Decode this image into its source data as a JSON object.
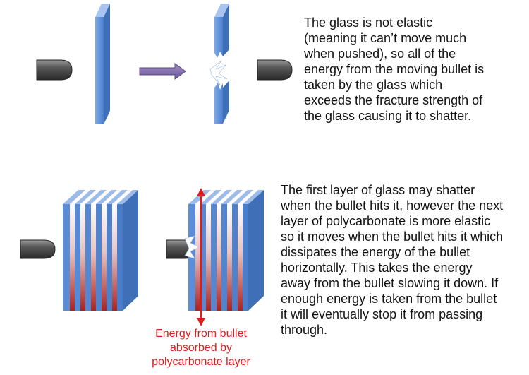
{
  "top_panel": {
    "description": "The glass is not elastic\n(meaning it can’t move much\nwhen pushed), so all of the\nenergy from the moving bullet is\ntaken by the glass which\nexceeds the fracture strength of\nthe glass causing it to shatter."
  },
  "bottom_panel": {
    "description": "The first layer of glass may shatter\nwhen the bullet hits it, however the next\nlayer of polycarbonate is more elastic\nso it moves when the bullet hits it which\ndissipates the energy of the bullet\nhorizontally.  This takes the energy\naway from the bullet slowing it down.  If\nenough energy is taken from the bullet\nit will eventually stop it from passing\nthrough.",
    "energy_caption": "Energy from bullet\nabsorbed by\npolycarbonate layer"
  },
  "colors": {
    "glass_blue": "#5b8fd6",
    "arrow_purple": "#8a72b2",
    "energy_red": "#e11b1b",
    "polycarbonate_red": "#b8302f",
    "bullet_dark": "#3a3a3a"
  }
}
